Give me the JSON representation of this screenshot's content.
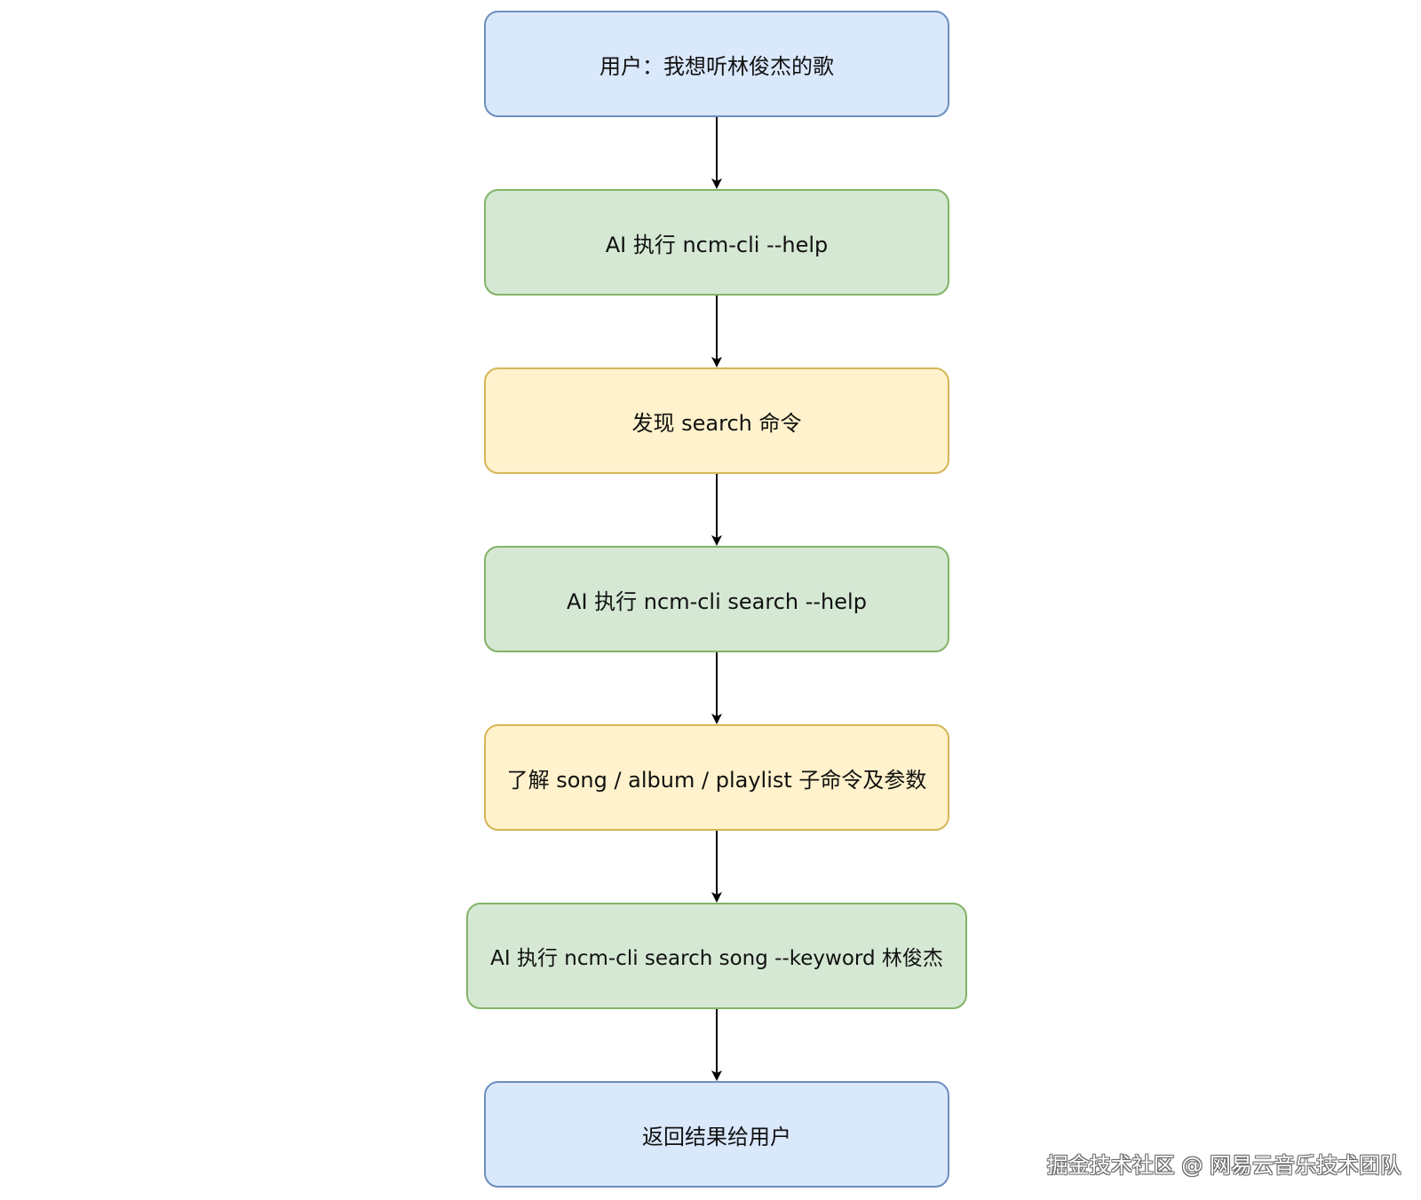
{
  "flowchart": {
    "nodes": [
      {
        "id": "n1",
        "label": "用户：我想听林俊杰的歌",
        "fill": "#dae8fc",
        "stroke": "#6c8ebf"
      },
      {
        "id": "n2",
        "label": "AI 执行 ncm-cli --help",
        "fill": "#d5e8d4",
        "stroke": "#82b366"
      },
      {
        "id": "n3",
        "label": "发现 search 命令",
        "fill": "#fff2cc",
        "stroke": "#d6b656"
      },
      {
        "id": "n4",
        "label": "AI 执行 ncm-cli search --help",
        "fill": "#d5e8d4",
        "stroke": "#82b366"
      },
      {
        "id": "n5",
        "label": "了解 song / album / playlist 子命令及参数",
        "fill": "#fff2cc",
        "stroke": "#d6b656"
      },
      {
        "id": "n6",
        "label": "AI 执行 ncm-cli search song --keyword 林俊杰",
        "fill": "#d5e8d4",
        "stroke": "#82b366"
      },
      {
        "id": "n7",
        "label": "返回结果给用户",
        "fill": "#dae8fc",
        "stroke": "#6c8ebf"
      }
    ],
    "edges": [
      {
        "from": "n1",
        "to": "n2"
      },
      {
        "from": "n2",
        "to": "n3"
      },
      {
        "from": "n3",
        "to": "n4"
      },
      {
        "from": "n4",
        "to": "n5"
      },
      {
        "from": "n5",
        "to": "n6"
      },
      {
        "from": "n6",
        "to": "n7"
      }
    ]
  },
  "watermark": "掘金技术社区 @ 网易云音乐技术团队"
}
